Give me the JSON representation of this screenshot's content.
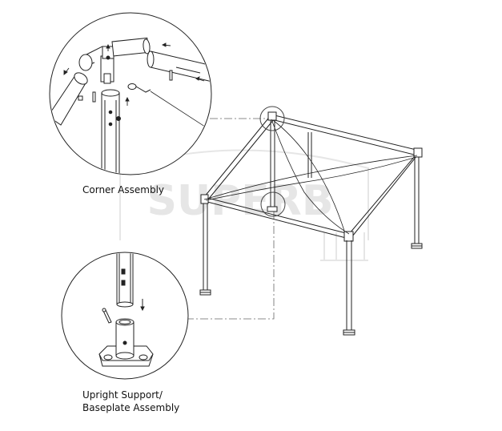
{
  "captions": {
    "corner": "Corner Assembly",
    "base_line1": "Upright Support/",
    "base_line2": "Baseplate Assembly"
  },
  "watermark": {
    "text": "SUPERB"
  },
  "colors": {
    "line": "#222222",
    "leader": "#555555",
    "watermark": "#e3e3e3"
  }
}
